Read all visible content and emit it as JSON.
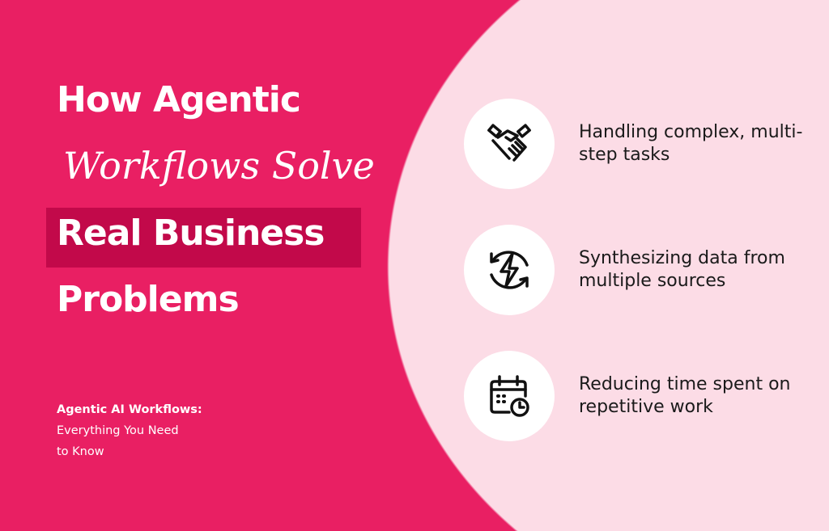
{
  "title": {
    "line1": "How Agentic",
    "line2": "Workflows Solve",
    "line3": "Real Business",
    "line4": "Problems"
  },
  "subtitle": {
    "bold": "Agentic AI Workflows:",
    "rest1": "Everything You Need",
    "rest2": "to Know"
  },
  "items": [
    {
      "icon": "handshake-icon",
      "text": "Handling complex, multi-step tasks"
    },
    {
      "icon": "refresh-lightning-icon",
      "text": "Synthesizing data from multiple sources"
    },
    {
      "icon": "calendar-clock-icon",
      "text": "Reducing time spent on repetitive work"
    }
  ],
  "colors": {
    "background": "#E91F63",
    "highlight": "#C2094A",
    "panel": "#FCDCE6"
  }
}
